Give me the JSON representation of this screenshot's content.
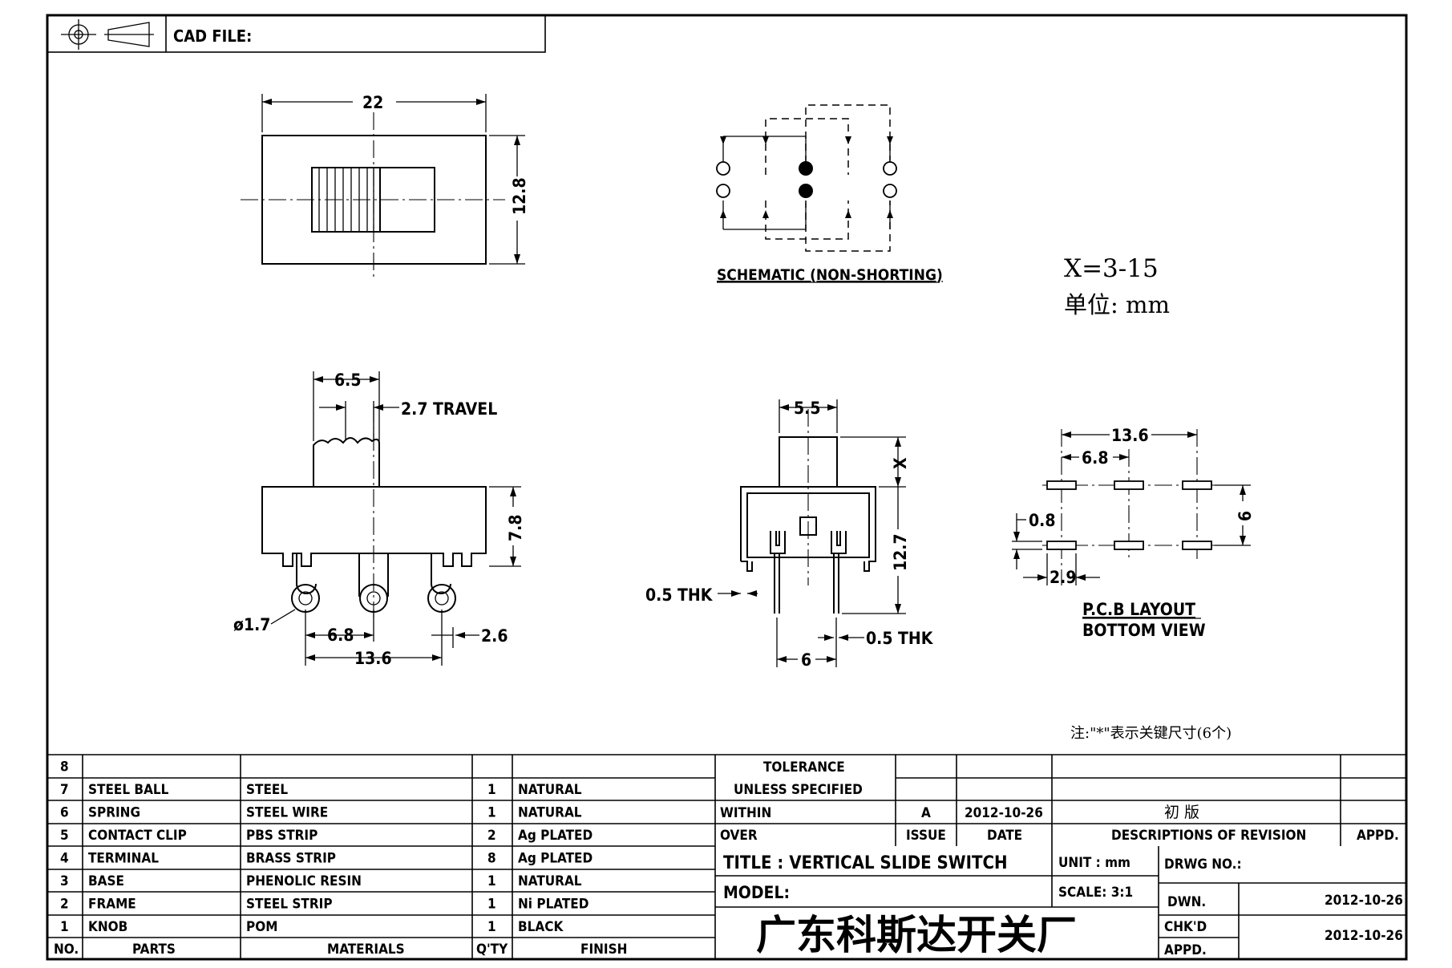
{
  "header": {
    "cad_file_label": "CAD FILE:",
    "projection_symbol": "first-angle-projection-icon"
  },
  "views": {
    "top_view": {
      "width_dim": "22",
      "height_dim": "12.8"
    },
    "schematic": {
      "caption": "SCHEMATIC (NON-SHORTING)"
    },
    "front_view": {
      "knob_width_dim": "6.5",
      "travel_dim": "2.7 TRAVEL",
      "body_height_dim": "7.8",
      "hole_dia_dim": "ø1.7",
      "pin_pitch_dim": "6.8",
      "pin_span_dim": "13.6",
      "pin_width_dim": "2.6"
    },
    "side_view": {
      "knob_width_dim": "5.5",
      "knob_height_dim": "X",
      "body_height_dim": "12.7",
      "frame_thk_dim": "0.5 THK",
      "pin_thk_dim": "0.5 THK",
      "pin_pitch_dim": "6"
    },
    "pcb_layout": {
      "span_dim": "13.6",
      "pitch_dim": "6.8",
      "pad_width_dim": "0.8",
      "row_pitch_dim": "6",
      "pad_length_dim": "2.9",
      "caption_line1": "P.C.B LAYOUT",
      "caption_line2": "BOTTOM VIEW"
    }
  },
  "notes": {
    "x_range": "X=3-15",
    "unit": "单位: mm",
    "footnote": "注:\"*\"表示关键尺寸(6个)"
  },
  "parts_table": {
    "headers": [
      "NO.",
      "PARTS",
      "MATERIALS",
      "Q'TY",
      "FINISH"
    ],
    "rows": [
      {
        "no": "8",
        "part": "",
        "material": "",
        "qty": "",
        "finish": ""
      },
      {
        "no": "7",
        "part": "STEEL BALL",
        "material": "STEEL",
        "qty": "1",
        "finish": "NATURAL"
      },
      {
        "no": "6",
        "part": "SPRING",
        "material": "STEEL WIRE",
        "qty": "1",
        "finish": "NATURAL"
      },
      {
        "no": "5",
        "part": "CONTACT CLIP",
        "material": "PBS STRIP",
        "qty": "2",
        "finish": "Ag PLATED"
      },
      {
        "no": "4",
        "part": "TERMINAL",
        "material": "BRASS STRIP",
        "qty": "8",
        "finish": "Ag PLATED"
      },
      {
        "no": "3",
        "part": "BASE",
        "material": "PHENOLIC RESIN",
        "qty": "1",
        "finish": "NATURAL"
      },
      {
        "no": "2",
        "part": "FRAME",
        "material": "STEEL STRIP",
        "qty": "1",
        "finish": "Ni PLATED"
      },
      {
        "no": "1",
        "part": "KNOB",
        "material": "POM",
        "qty": "1",
        "finish": "BLACK"
      }
    ]
  },
  "tolerance": {
    "line1": "TOLERANCE",
    "line2": "UNLESS SPECIFIED",
    "within": "WITHIN",
    "over": "OVER"
  },
  "revision": {
    "issue": "A",
    "date": "2012-10-26",
    "description": "初 版",
    "issue_label": "ISSUE",
    "date_label": "DATE",
    "desc_label": "DESCRIPTIONS OF REVISION",
    "appd_label": "APPD."
  },
  "title_block": {
    "title": "TITLE :  VERTICAL SLIDE SWITCH",
    "model_label": "MODEL:",
    "unit": "UNIT :  mm",
    "scale": "SCALE:  3:1",
    "drwg_no_label": "DRWG NO.:",
    "dwn_label": "DWN.",
    "dwn_date": "2012-10-26",
    "chkd_label": "CHK'D",
    "chkd_date": "2012-10-26",
    "appd_label": "APPD.",
    "company": "广东科斯达开关厂"
  }
}
